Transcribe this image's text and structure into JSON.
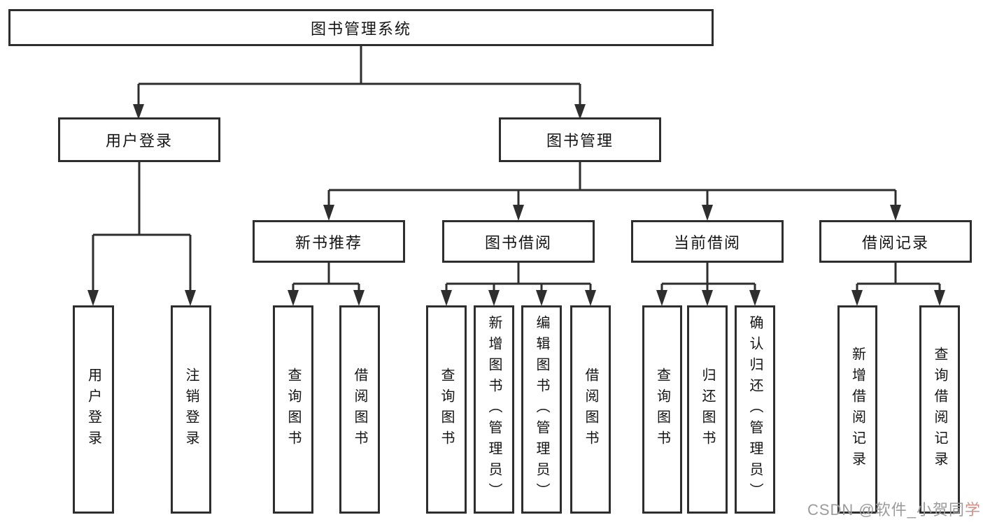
{
  "diagram_title": "图书管理系统",
  "nodes": {
    "root": {
      "label": "图书管理系统"
    },
    "level2": {
      "user_login": {
        "label": "用户登录"
      },
      "book_management": {
        "label": "图书管理"
      }
    },
    "level3": {
      "new_book_recommend": {
        "label": "新书推荐"
      },
      "book_borrowing": {
        "label": "图书借阅"
      },
      "current_borrowing": {
        "label": "当前借阅"
      },
      "borrowing_records": {
        "label": "借阅记录"
      }
    },
    "level4": {
      "user_login_action": {
        "label": "用户登录"
      },
      "logout_action": {
        "label": "注销登录"
      },
      "recommend_query_books": {
        "label": "查询图书"
      },
      "recommend_borrow_books": {
        "label": "借阅图书"
      },
      "borrowing_query_books": {
        "label": "查询图书"
      },
      "borrowing_add_books_admin": {
        "label": "新增图书（管理员）"
      },
      "borrowing_edit_books_admin": {
        "label": "编辑图书（管理员）"
      },
      "borrowing_borrow_books": {
        "label": "借阅图书"
      },
      "current_query_books": {
        "label": "查询图书"
      },
      "current_return_books": {
        "label": "归还图书"
      },
      "current_confirm_return_admin": {
        "label": "确认归还（管理员）"
      },
      "records_add_record": {
        "label": "新增借阅记录"
      },
      "records_query_record": {
        "label": "查询借阅记录"
      }
    }
  },
  "watermark": {
    "text": "CSDN @软件_小贺同",
    "accent": "学"
  },
  "colors": {
    "background": "#ffffff",
    "line": "#2e2e2e",
    "text": "#141414",
    "watermark": "#9b9b9b",
    "watermark_accent": "#d18f88"
  }
}
